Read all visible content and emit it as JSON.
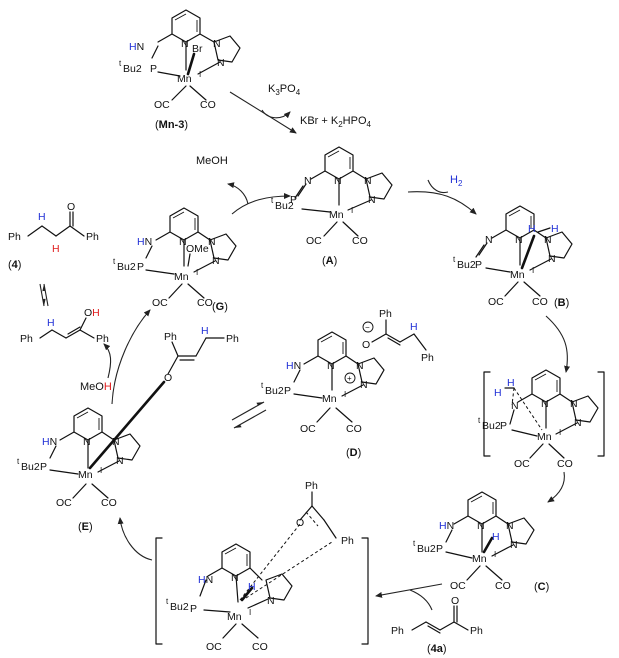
{
  "compounds": {
    "mn3": "Mn-3",
    "A": "A",
    "B": "B",
    "C": "C",
    "D": "D",
    "E": "E",
    "G": "G",
    "cmp4": "4",
    "cmp4a": "4a"
  },
  "reagents": {
    "k3po4": "K3PO4",
    "kbr_k2hpo4": "KBr + K2HPO4",
    "meoh_release": "MeOH",
    "meoh_add": "MeOH",
    "h2": "H2"
  },
  "atoms": {
    "N": "N",
    "HN": "HN",
    "P": "P",
    "tBu2": "Bu2",
    "t": "t",
    "Mn": "Mn",
    "I": "I",
    "Br": "Br",
    "OC": "OC",
    "CO": "CO",
    "H": "H",
    "O": "O",
    "OMe": "OMe",
    "Ph": "Ph",
    "OH": "OH",
    "plus": "+",
    "minus": "−"
  },
  "colors": {
    "hydrogen_blue": "#1f2fd6",
    "hydrogen_red": "#e01b1b",
    "ink": "#111111"
  }
}
